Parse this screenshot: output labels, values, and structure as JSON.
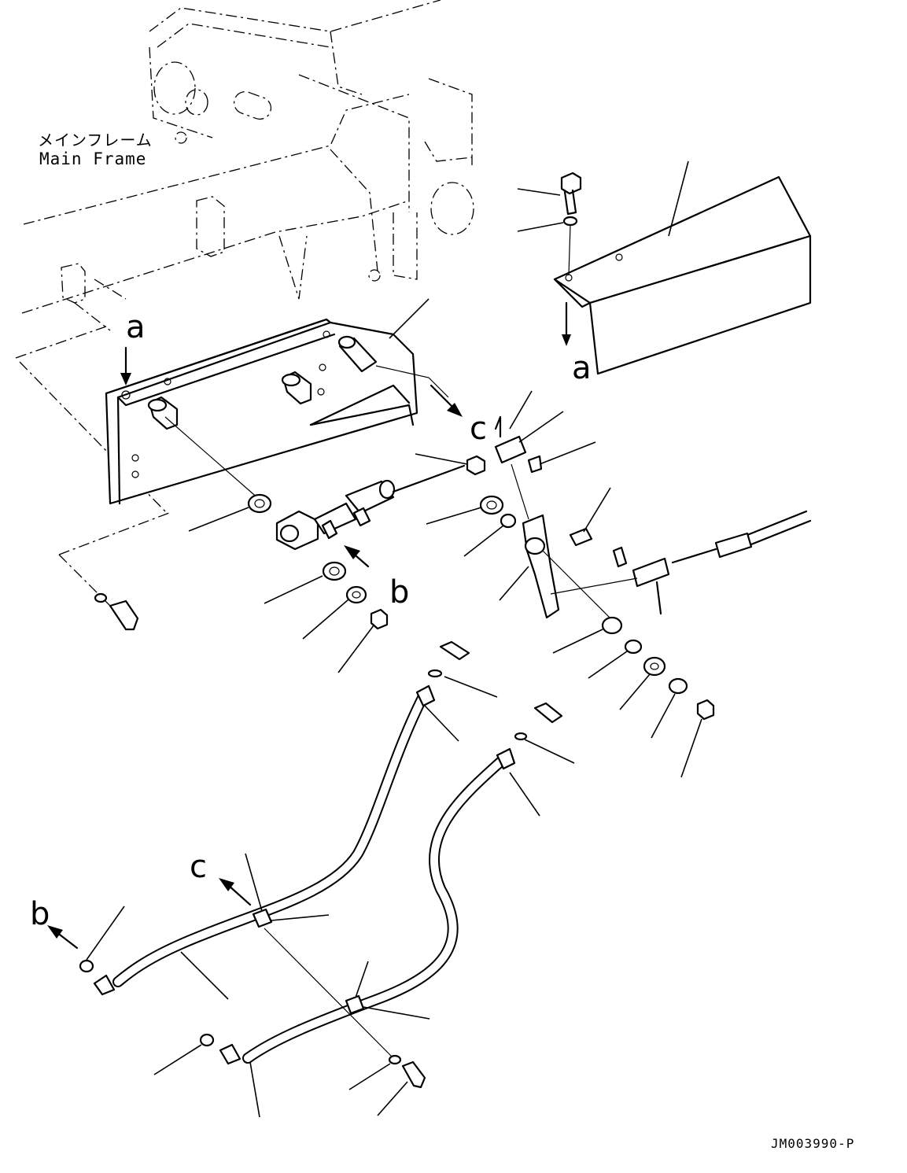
{
  "labels": {
    "main_frame_jp": "メインフレーム",
    "main_frame_en": "Main Frame",
    "ref_a": "a",
    "ref_b": "b",
    "ref_c": "c",
    "drawing_code": "JM003990-P"
  }
}
